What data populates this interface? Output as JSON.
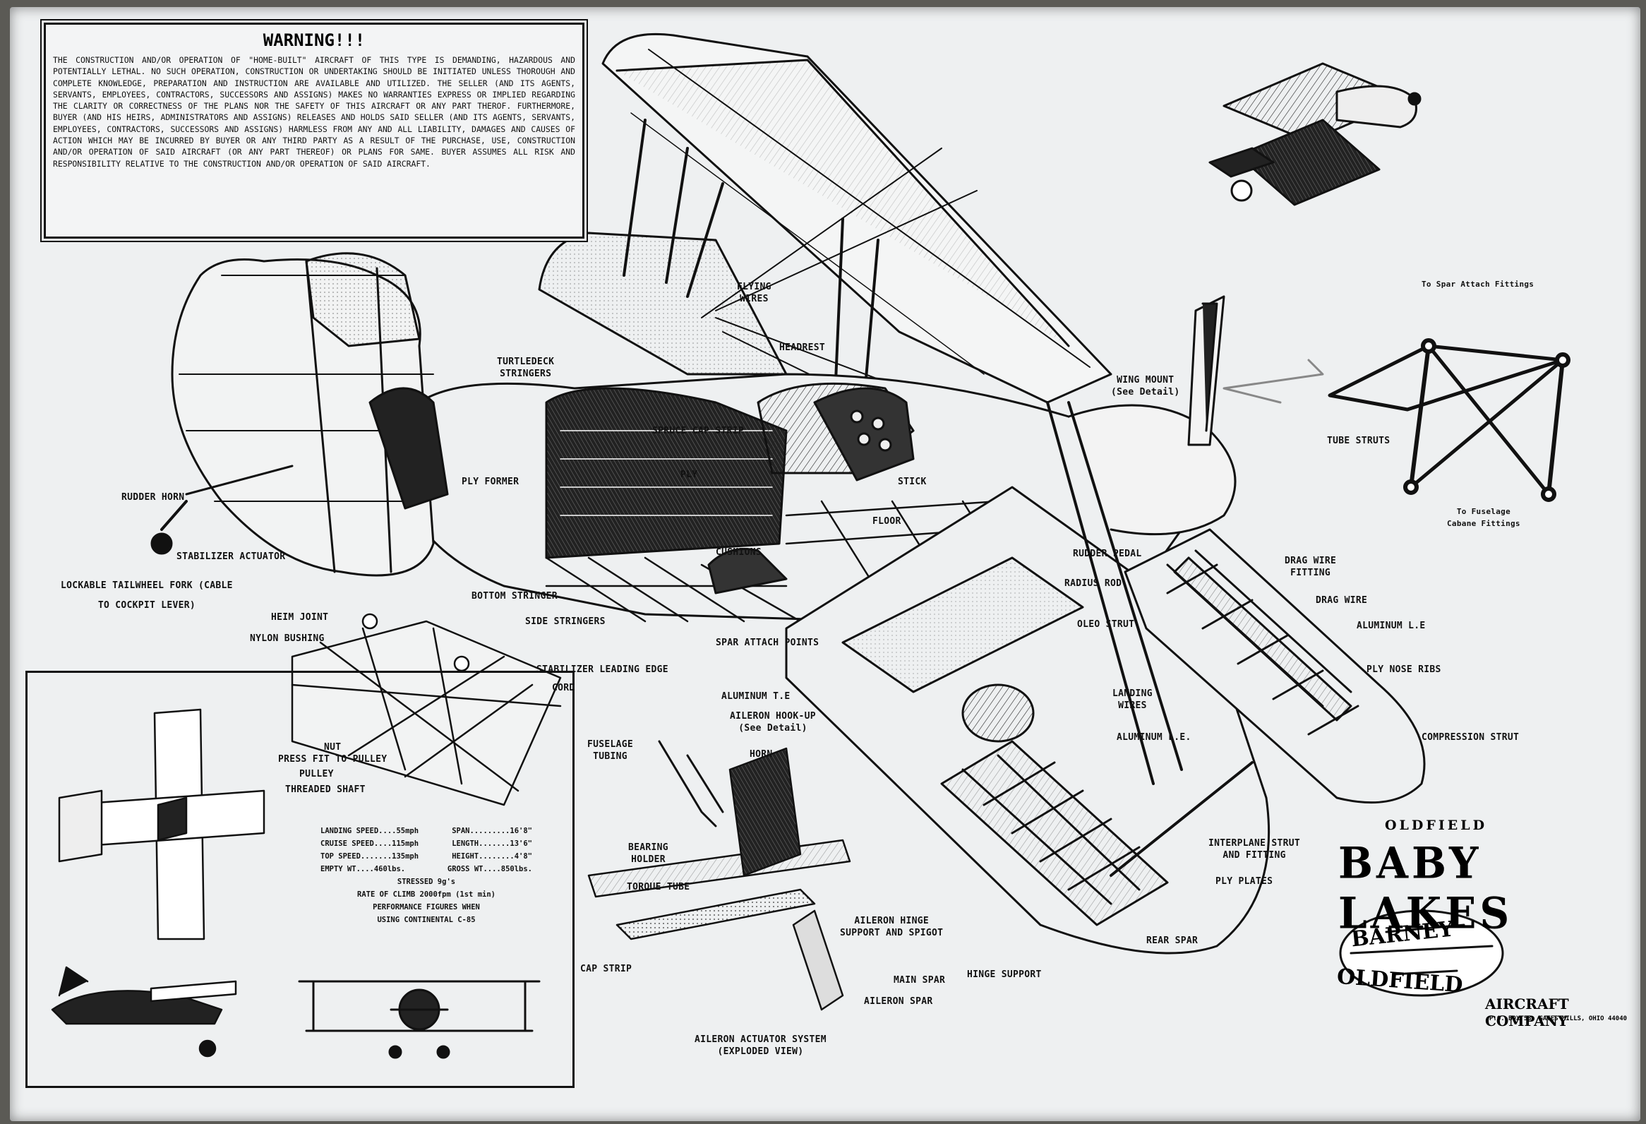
{
  "warning": {
    "title": "WARNING!!!",
    "body": "The construction and/or operation of \"home-built\" aircraft of this type is demanding, hazardous and potentially lethal. No such operation, construction or undertaking should be initiated unless thorough and complete knowledge, preparation and instruction are available and utilized. The seller (and its agents, servants, employees, contractors, successors and assigns) makes no warranties express or implied regarding the clarity or correctness of the plans nor the safety of this aircraft or any part therof. Furthermore, buyer (and his heirs, administrators and assigns) releases and holds said seller (and its agents, servants, employees, contractors, successors and assigns) harmless from any and all liability, damages and causes of action which may be incurred by buyer or any third party as a result of the purchase, use, construction and/or operation of said aircraft (or any part thereof) or plans for same. Buyer assumes all risk and responsibility relative to the construction and/or operation of said aircraft."
  },
  "labels": {
    "flying_wires": "FLYING\nWIRES",
    "headrest": "HEADREST",
    "turtledeck": "TURTLEDECK\nSTRINGERS",
    "spruce_cap": "SPRUCE CAP STRIP",
    "ply": "PLY",
    "ply_former": "PLY FORMER",
    "stick": "STICK",
    "floor": "FLOOR",
    "cushions": "CUSHIONS",
    "rudder_horn": "RUDDER HORN",
    "stab_actuator": "STABILIZER ACTUATOR",
    "tailwheel": "LOCKABLE TAILWHEEL FORK (CABLE\nTO COCKPIT LEVER)",
    "bottom_stringer": "BOTTOM STRINGER",
    "side_stringers": "SIDE STRINGERS",
    "heim_joint": "HEIM JOINT",
    "nylon_bushing": "NYLON BUSHING",
    "stab_le": "STABILIZER LEADING EDGE",
    "cord": "CORD",
    "nut": "NUT\nPRESS FIT TO PULLEY",
    "pulley": "PULLEY",
    "threaded_shaft": "THREADED SHAFT",
    "wing_mount": "WING MOUNT\n(See Detail)",
    "spar_fittings": "To Spar Attach Fittings",
    "tube_struts": "TUBE STRUTS",
    "fuselage_cabane": "To Fuselage\nCabane Fittings",
    "rudder_pedal": "RUDDER PEDAL",
    "radius_rod": "RADIUS ROD",
    "oleo_strut": "OLEO STRUT",
    "spar_attach_points": "SPAR ATTACH POINTS",
    "aluminum_te": "ALUMINUM T.E",
    "aileron_hookup": "AILERON HOOK-UP\n(See Detail)",
    "landing_wires": "LANDING\nWIRES",
    "aluminum_le_lower": "ALUMINUM L.E.",
    "drag_wire_fitting": "DRAG WIRE\nFITTING",
    "drag_wire": "DRAG WIRE",
    "aluminum_le_upper": "ALUMINUM L.E",
    "ply_nose_ribs": "PLY NOSE RIBS",
    "compression_strut": "COMPRESSION STRUT",
    "fuselage_tubing": "FUSELAGE\nTUBING",
    "horn": "HORN",
    "bearing_holder": "BEARING\nHOLDER",
    "torque_tube": "TORQUE TUBE",
    "aileron_hinge": "AILERON HINGE\nSUPPORT AND SPIGOT",
    "cap_strip": "CAP STRIP",
    "main_spar": "MAIN SPAR",
    "aileron_spar": "AILERON SPAR",
    "aileron_actuator": "AILERON ACTUATOR SYSTEM\n(EXPLODED VIEW)",
    "interplane": "INTERPLANE STRUT\nAND FITTING",
    "ply_plates": "PLY PLATES",
    "rear_spar": "REAR SPAR",
    "hinge_support": "HINGE SUPPORT"
  },
  "specs": {
    "row1": [
      "LANDING SPEED....55mph",
      "SPAN.........16'8\""
    ],
    "row2": [
      "CRUISE SPEED....115mph",
      "LENGTH.......13'6\""
    ],
    "row3": [
      "TOP SPEED.......135mph",
      "HEIGHT........4'8\""
    ],
    "row4": [
      "EMPTY WT....460lbs.",
      "GROSS WT....850lbs."
    ],
    "stressed": "STRESSED 9g's",
    "climb": "RATE OF CLIMB 2000fpm (1st min)",
    "perf1": "PERFORMANCE FIGURES WHEN",
    "perf2": "USING CONTINENTAL C-85"
  },
  "title": {
    "oldfield": "OLDFIELD",
    "main": "BABY LAKES",
    "logo_top": "BARNEY",
    "logo_bottom": "OLDFIELD",
    "company": "AIRCRAFT COMPANY",
    "address": "P.O. BOX 53, GATES MILLS, OHIO 44040"
  },
  "colors": {
    "ink": "#111111",
    "paper": "#eef0f1",
    "background": "#5b5a55"
  }
}
